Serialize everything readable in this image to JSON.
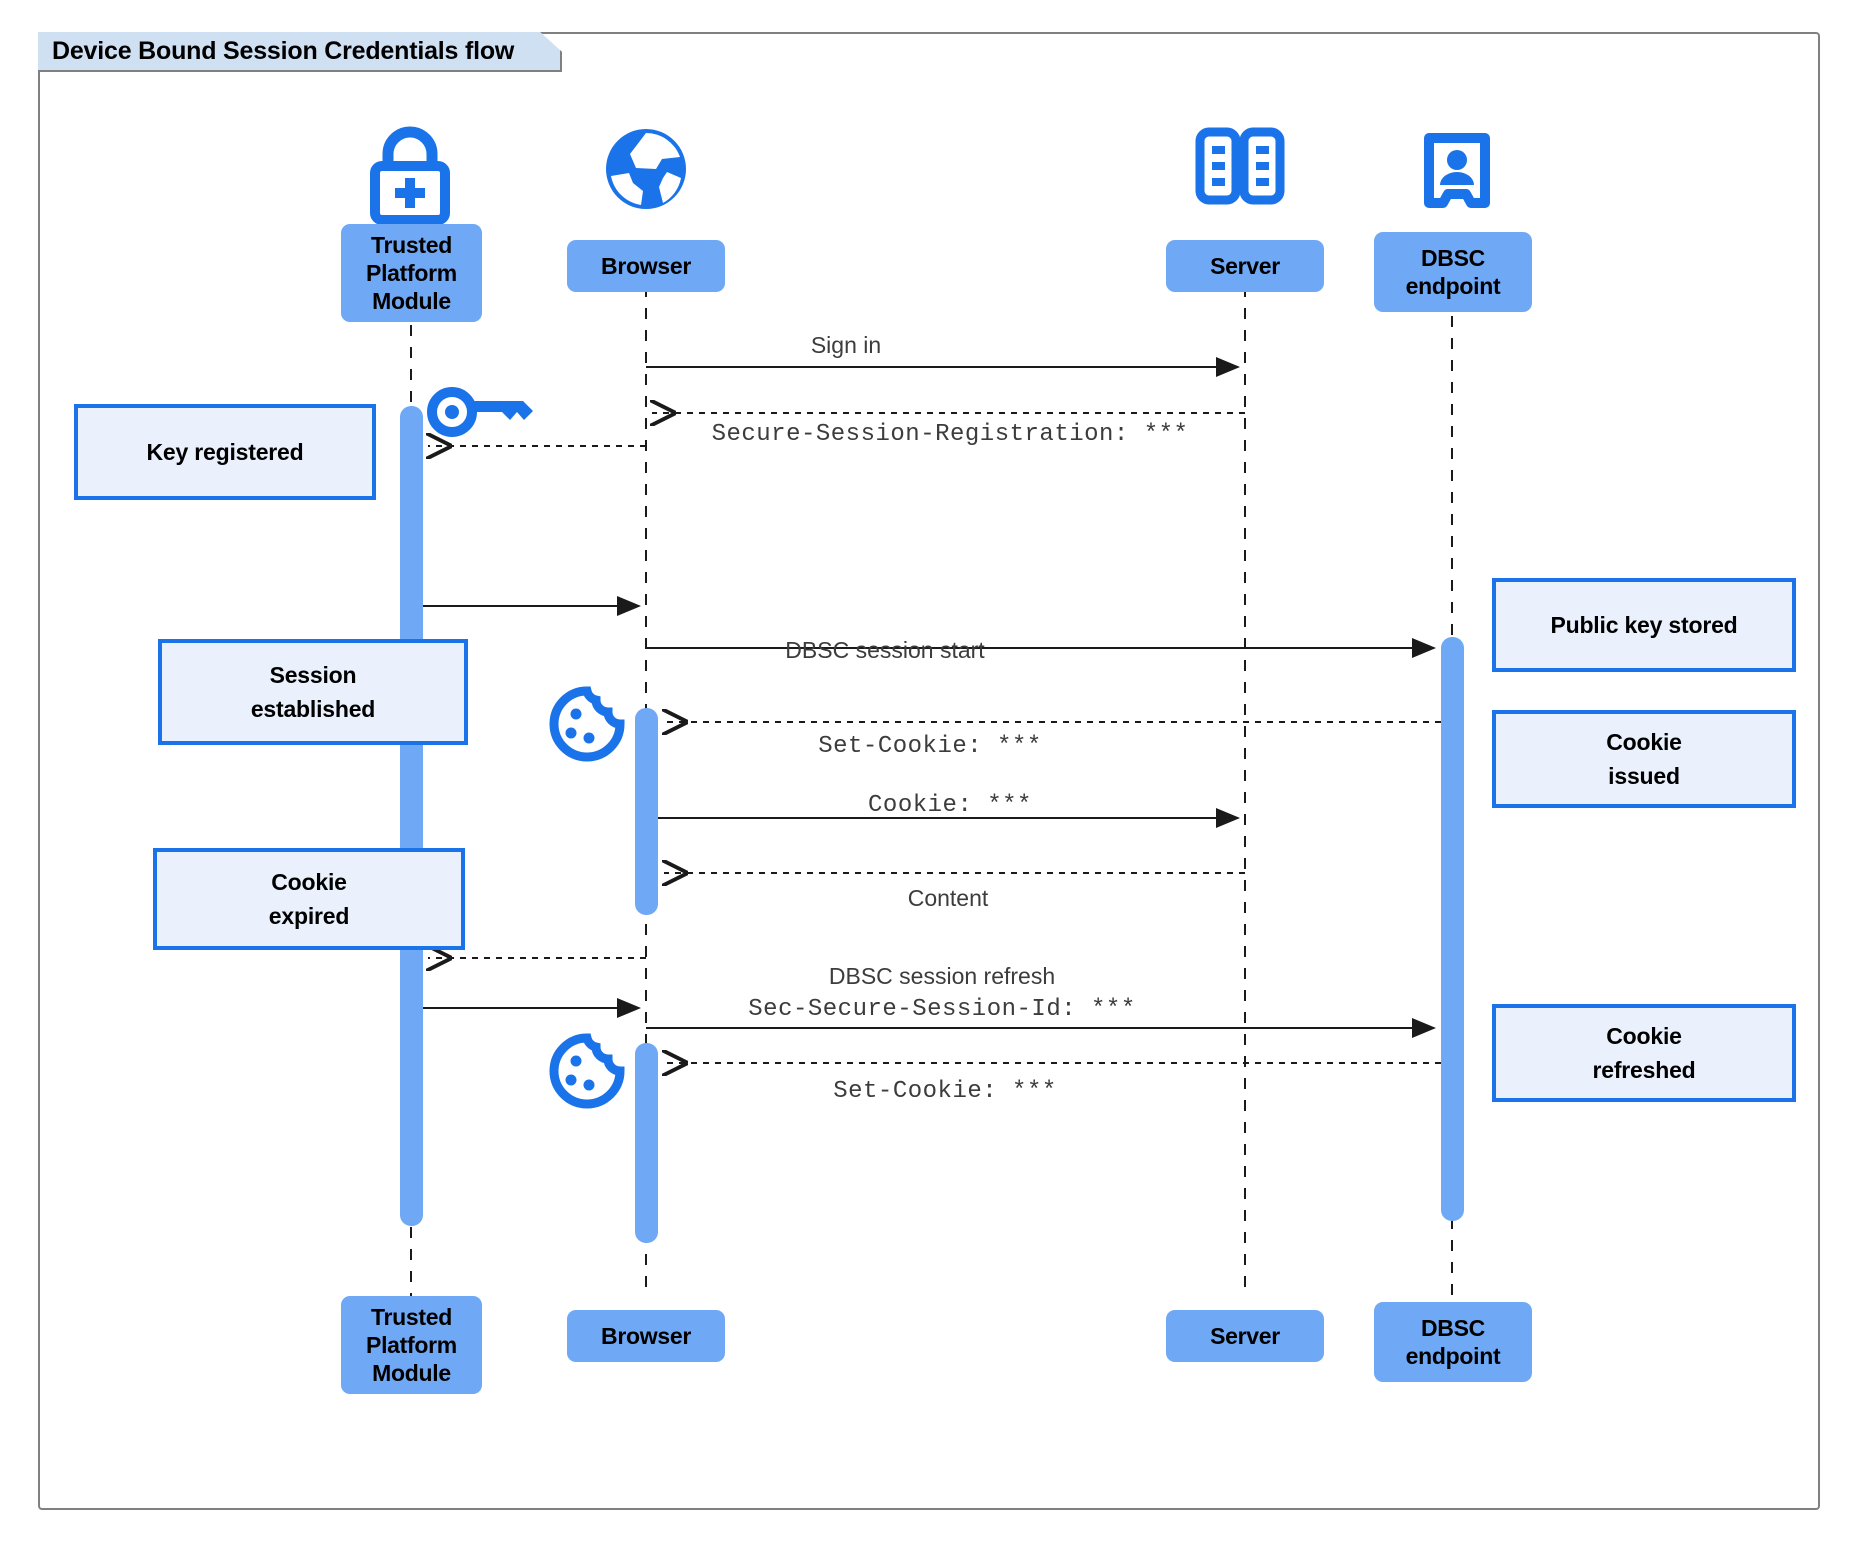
{
  "diagram": {
    "title": "Device Bound Session Credentials flow",
    "type": "uml-sequence-diagram",
    "colors": {
      "participant_fill": "#6fa8f5",
      "note_fill": "#eaf1fd",
      "note_border": "#1a73e8",
      "icon_blue": "#1a73e8",
      "activation_fill": "#6fa8f5",
      "frame_border": "#808080",
      "title_tab_fill": "#cfe0f3",
      "message_text": "#3c3c3c",
      "arrow_stroke": "#1a1a1a"
    },
    "participants": [
      {
        "id": "tpm",
        "label": "Trusted\nPlatform\nModule",
        "icon": "lock-plus-icon"
      },
      {
        "id": "browser",
        "label": "Browser",
        "icon": "globe-icon"
      },
      {
        "id": "server",
        "label": "Server",
        "icon": "server-rack-icon"
      },
      {
        "id": "dbsc",
        "label": "DBSC\nendpoint",
        "icon": "id-badge-icon"
      }
    ],
    "participants_footer": [
      {
        "id": "tpm",
        "label": "Trusted\nPlatform\nModule"
      },
      {
        "id": "browser",
        "label": "Browser"
      },
      {
        "id": "server",
        "label": "Server"
      },
      {
        "id": "dbsc",
        "label": "DBSC\nendpoint"
      }
    ],
    "messages": [
      {
        "id": "m1",
        "from": "browser",
        "to": "server",
        "label": "Sign in",
        "style": "solid",
        "font": "sans"
      },
      {
        "id": "m2",
        "from": "server",
        "to": "browser",
        "label": "Secure-Session-Registration: ***",
        "style": "dashed",
        "font": "mono"
      },
      {
        "id": "m3",
        "from": "browser",
        "to": "tpm",
        "label": "",
        "style": "dashed",
        "font": "mono"
      },
      {
        "id": "m4",
        "from": "tpm",
        "to": "browser",
        "label": "",
        "style": "solid",
        "font": "sans"
      },
      {
        "id": "m5",
        "from": "browser",
        "to": "dbsc",
        "label": "DBSC session start",
        "style": "solid",
        "font": "sans"
      },
      {
        "id": "m6",
        "from": "dbsc",
        "to": "browser",
        "label": "Set-Cookie: ***",
        "style": "dashed",
        "font": "mono"
      },
      {
        "id": "m7",
        "from": "browser",
        "to": "server",
        "label": "Cookie: ***",
        "style": "solid",
        "font": "mono"
      },
      {
        "id": "m8",
        "from": "server",
        "to": "browser",
        "label": "Content",
        "style": "dashed",
        "font": "sans"
      },
      {
        "id": "m9",
        "from": "browser",
        "to": "tpm",
        "label": "",
        "style": "dashed",
        "font": "mono"
      },
      {
        "id": "m10",
        "from": "tpm",
        "to": "browser",
        "label": "",
        "style": "solid",
        "font": "sans"
      },
      {
        "id": "m11",
        "from": "browser",
        "to": "dbsc",
        "label_line1": "DBSC session refresh",
        "label_line2": "Sec-Secure-Session-Id: ***",
        "style": "solid",
        "font": "mixed"
      },
      {
        "id": "m12",
        "from": "dbsc",
        "to": "browser",
        "label": "Set-Cookie: ***",
        "style": "dashed",
        "font": "mono"
      }
    ],
    "notes": [
      {
        "id": "n1",
        "text": "Key registered",
        "side": "left",
        "lines": [
          "Key registered"
        ]
      },
      {
        "id": "n2",
        "text": "Session established",
        "side": "left",
        "lines": [
          "Session",
          "established"
        ]
      },
      {
        "id": "n3",
        "text": "Cookie expired",
        "side": "left",
        "lines": [
          "Cookie",
          "expired"
        ]
      },
      {
        "id": "n4",
        "text": "Public key stored",
        "side": "right",
        "lines": [
          "Public key stored"
        ]
      },
      {
        "id": "n5",
        "text": "Cookie issued",
        "side": "right",
        "lines": [
          "Cookie",
          "issued"
        ]
      },
      {
        "id": "n6",
        "text": "Cookie refreshed",
        "side": "right",
        "lines": [
          "Cookie",
          "refreshed"
        ]
      }
    ],
    "inline_icons": [
      {
        "id": "i1",
        "icon": "key-icon",
        "near": "tpm-lifeline"
      },
      {
        "id": "i2",
        "icon": "cookie-icon",
        "near": "browser-lifeline-session"
      },
      {
        "id": "i3",
        "icon": "cookie-icon",
        "near": "browser-lifeline-refresh"
      }
    ]
  }
}
